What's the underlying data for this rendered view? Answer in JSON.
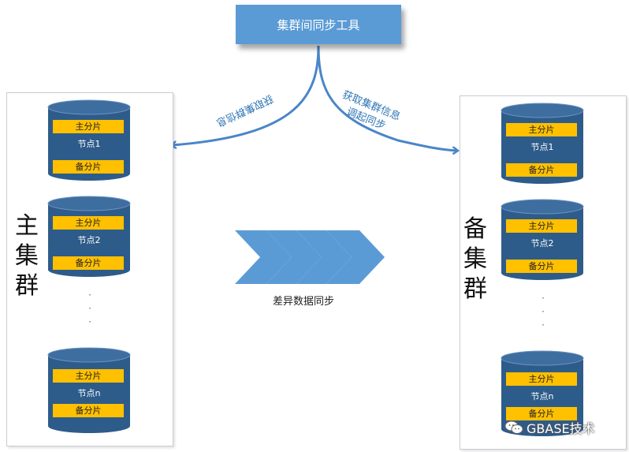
{
  "tool": {
    "title": "集群间同步工具"
  },
  "arrows": {
    "left_label": "获取集群信息",
    "right_label_line1": "获取集群信息",
    "right_label_line2": "调起同步"
  },
  "sync": {
    "label": "差异数据同步"
  },
  "main_cluster": {
    "title_chars": [
      "主",
      "集",
      "群"
    ],
    "nodes": [
      {
        "primary": "主分片",
        "name": "节点1",
        "backup": "备分片"
      },
      {
        "primary": "主分片",
        "name": "节点2",
        "backup": "备分片"
      },
      {
        "primary": "主分片",
        "name": "节点n",
        "backup": "备分片"
      }
    ],
    "ellipsis": [
      "·",
      "·",
      "·"
    ]
  },
  "backup_cluster": {
    "title_chars": [
      "备",
      "集",
      "群"
    ],
    "nodes": [
      {
        "primary": "主分片",
        "name": "节点1",
        "backup": "备分片"
      },
      {
        "primary": "主分片",
        "name": "节点2",
        "backup": "备分片"
      },
      {
        "primary": "主分片",
        "name": "节点n",
        "backup": "备分片"
      }
    ],
    "ellipsis": [
      "·",
      "·",
      "·"
    ]
  },
  "watermark": {
    "text": "GBASE技术"
  },
  "colors": {
    "tool_box": "#5B9BD5",
    "cylinder_body": "#2E5C8A",
    "cylinder_top": "#3E6EA0",
    "shard": "#FFC000",
    "arrow": "#4A86C8",
    "chevron": "#5B9BD5"
  }
}
